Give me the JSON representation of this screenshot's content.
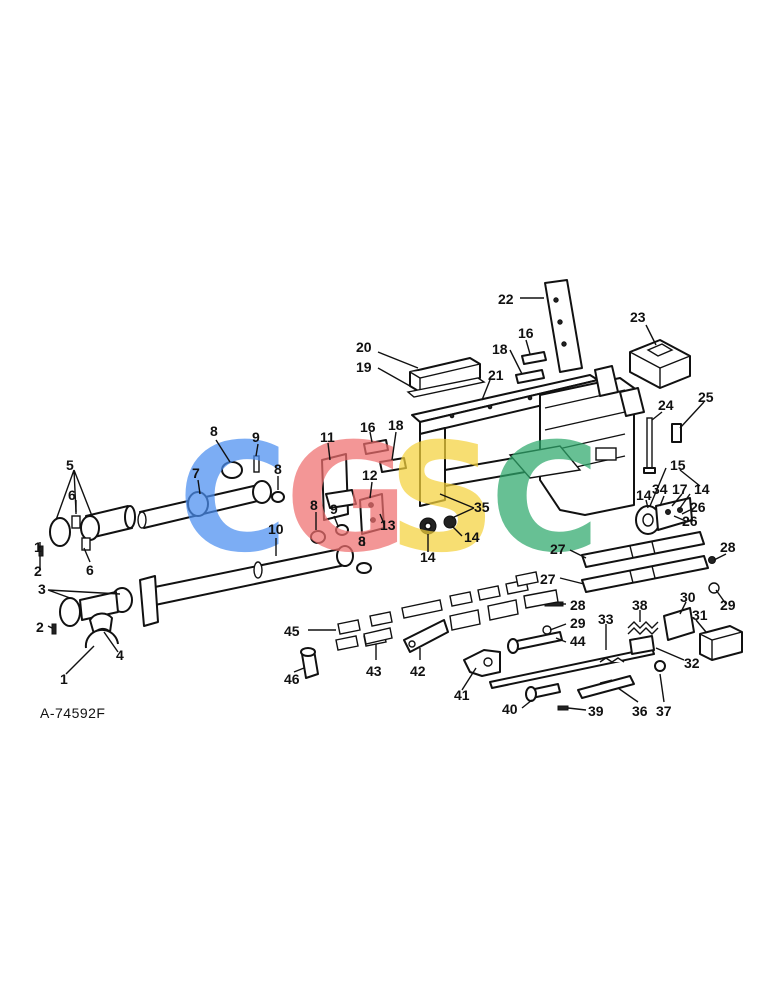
{
  "figure_ref": "A-74592F",
  "watermark": {
    "letters": [
      "C",
      "G",
      "S",
      "C"
    ],
    "colors": [
      "#4a8ef0",
      "#ef6f6f",
      "#f5d23c",
      "#2ea86b"
    ]
  },
  "callouts": [
    "1",
    "2",
    "3",
    "4",
    "5",
    "6",
    "7",
    "8",
    "9",
    "10",
    "11",
    "12",
    "13",
    "14",
    "15",
    "16",
    "17",
    "18",
    "19",
    "20",
    "21",
    "22",
    "23",
    "24",
    "25",
    "26",
    "27",
    "28",
    "29",
    "30",
    "31",
    "32",
    "33",
    "34",
    "35",
    "36",
    "37",
    "38",
    "39",
    "40",
    "41",
    "42",
    "43",
    "44",
    "45",
    "46"
  ],
  "labels": [
    {
      "text": "22"
    },
    {
      "text": "23"
    },
    {
      "text": "16"
    },
    {
      "text": "20"
    },
    {
      "text": "18"
    },
    {
      "text": "19"
    },
    {
      "text": "21"
    },
    {
      "text": "24"
    },
    {
      "text": "25"
    },
    {
      "text": "8"
    },
    {
      "text": "9"
    },
    {
      "text": "16"
    },
    {
      "text": "18"
    },
    {
      "text": "11"
    },
    {
      "text": "15"
    },
    {
      "text": "5"
    },
    {
      "text": "7"
    },
    {
      "text": "8"
    },
    {
      "text": "12"
    },
    {
      "text": "14"
    },
    {
      "text": "34"
    },
    {
      "text": "17"
    },
    {
      "text": "14"
    },
    {
      "text": "6"
    },
    {
      "text": "6"
    },
    {
      "text": "26"
    },
    {
      "text": "26"
    },
    {
      "text": "35"
    },
    {
      "text": "13"
    },
    {
      "text": "8"
    },
    {
      "text": "9"
    },
    {
      "text": "10"
    },
    {
      "text": "14"
    },
    {
      "text": "14"
    },
    {
      "text": "27"
    },
    {
      "text": "28"
    },
    {
      "text": "1"
    },
    {
      "text": "2"
    },
    {
      "text": "8"
    },
    {
      "text": "27"
    },
    {
      "text": "3"
    },
    {
      "text": "29"
    },
    {
      "text": "28"
    },
    {
      "text": "38"
    },
    {
      "text": "30"
    },
    {
      "text": "29"
    },
    {
      "text": "33"
    },
    {
      "text": "31"
    },
    {
      "text": "44"
    },
    {
      "text": "45"
    },
    {
      "text": "2"
    },
    {
      "text": "4"
    },
    {
      "text": "32"
    },
    {
      "text": "43"
    },
    {
      "text": "42"
    },
    {
      "text": "46"
    },
    {
      "text": "1"
    },
    {
      "text": "41"
    },
    {
      "text": "40"
    },
    {
      "text": "39"
    },
    {
      "text": "36"
    },
    {
      "text": "37"
    }
  ]
}
